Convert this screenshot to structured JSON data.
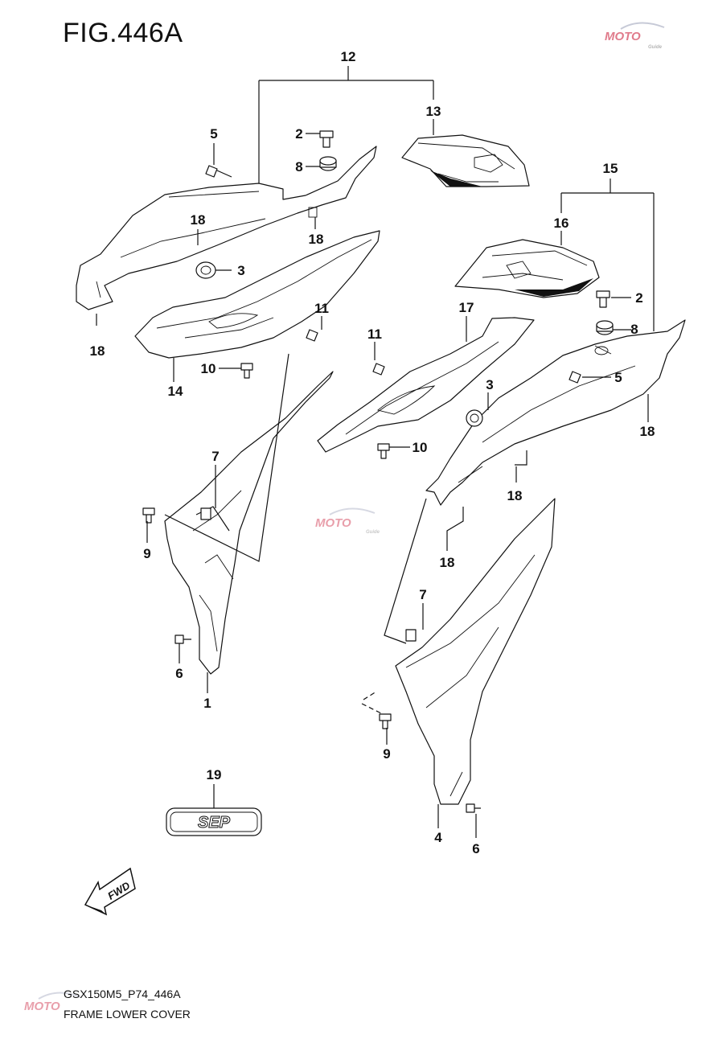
{
  "figure": {
    "title": "FIG.446A",
    "code": "GSX150M5_P74_446A",
    "name": "FRAME LOWER COVER"
  },
  "callouts": [
    "12",
    "13",
    "5",
    "2",
    "8",
    "18",
    "18",
    "3",
    "18",
    "11",
    "10",
    "14",
    "15",
    "16",
    "2",
    "8",
    "5",
    "17",
    "11",
    "3",
    "10",
    "18",
    "18",
    "18",
    "7",
    "9",
    "6",
    "1",
    "7",
    "9",
    "4",
    "6",
    "19"
  ],
  "emblem_text": "SEP",
  "arrow_text": "FWD",
  "watermark": {
    "text": "MOTO",
    "subtext": "Guide",
    "color": "#c8102e"
  }
}
